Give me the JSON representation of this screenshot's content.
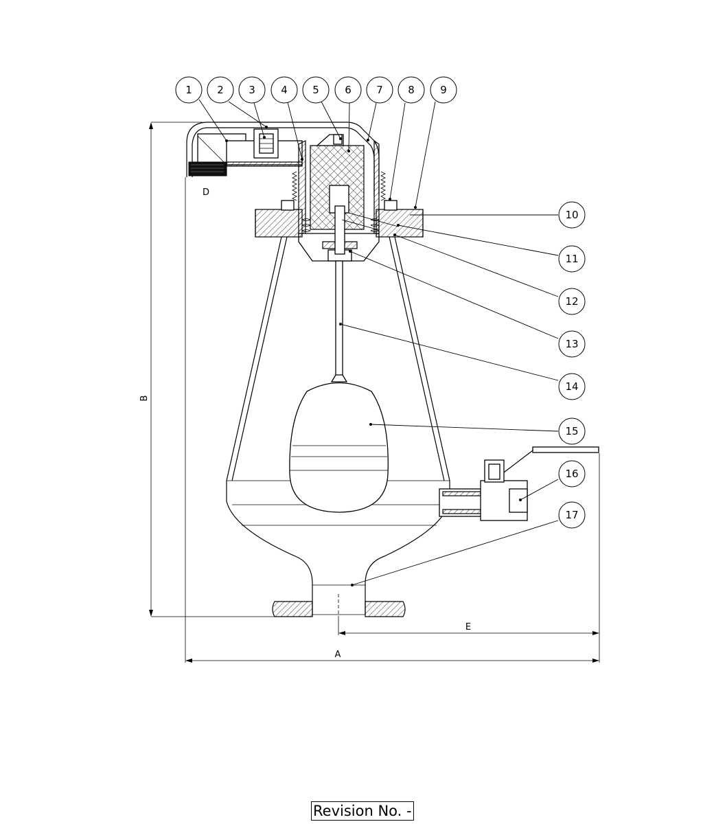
{
  "balloons": [
    "1",
    "2",
    "3",
    "4",
    "5",
    "6",
    "7",
    "8",
    "9",
    "10",
    "11",
    "12",
    "13",
    "14",
    "15",
    "16",
    "17"
  ],
  "dimensions": {
    "A": "A",
    "B": "B",
    "D": "D",
    "E": "E"
  },
  "revision": {
    "label": "Revision No. -"
  }
}
